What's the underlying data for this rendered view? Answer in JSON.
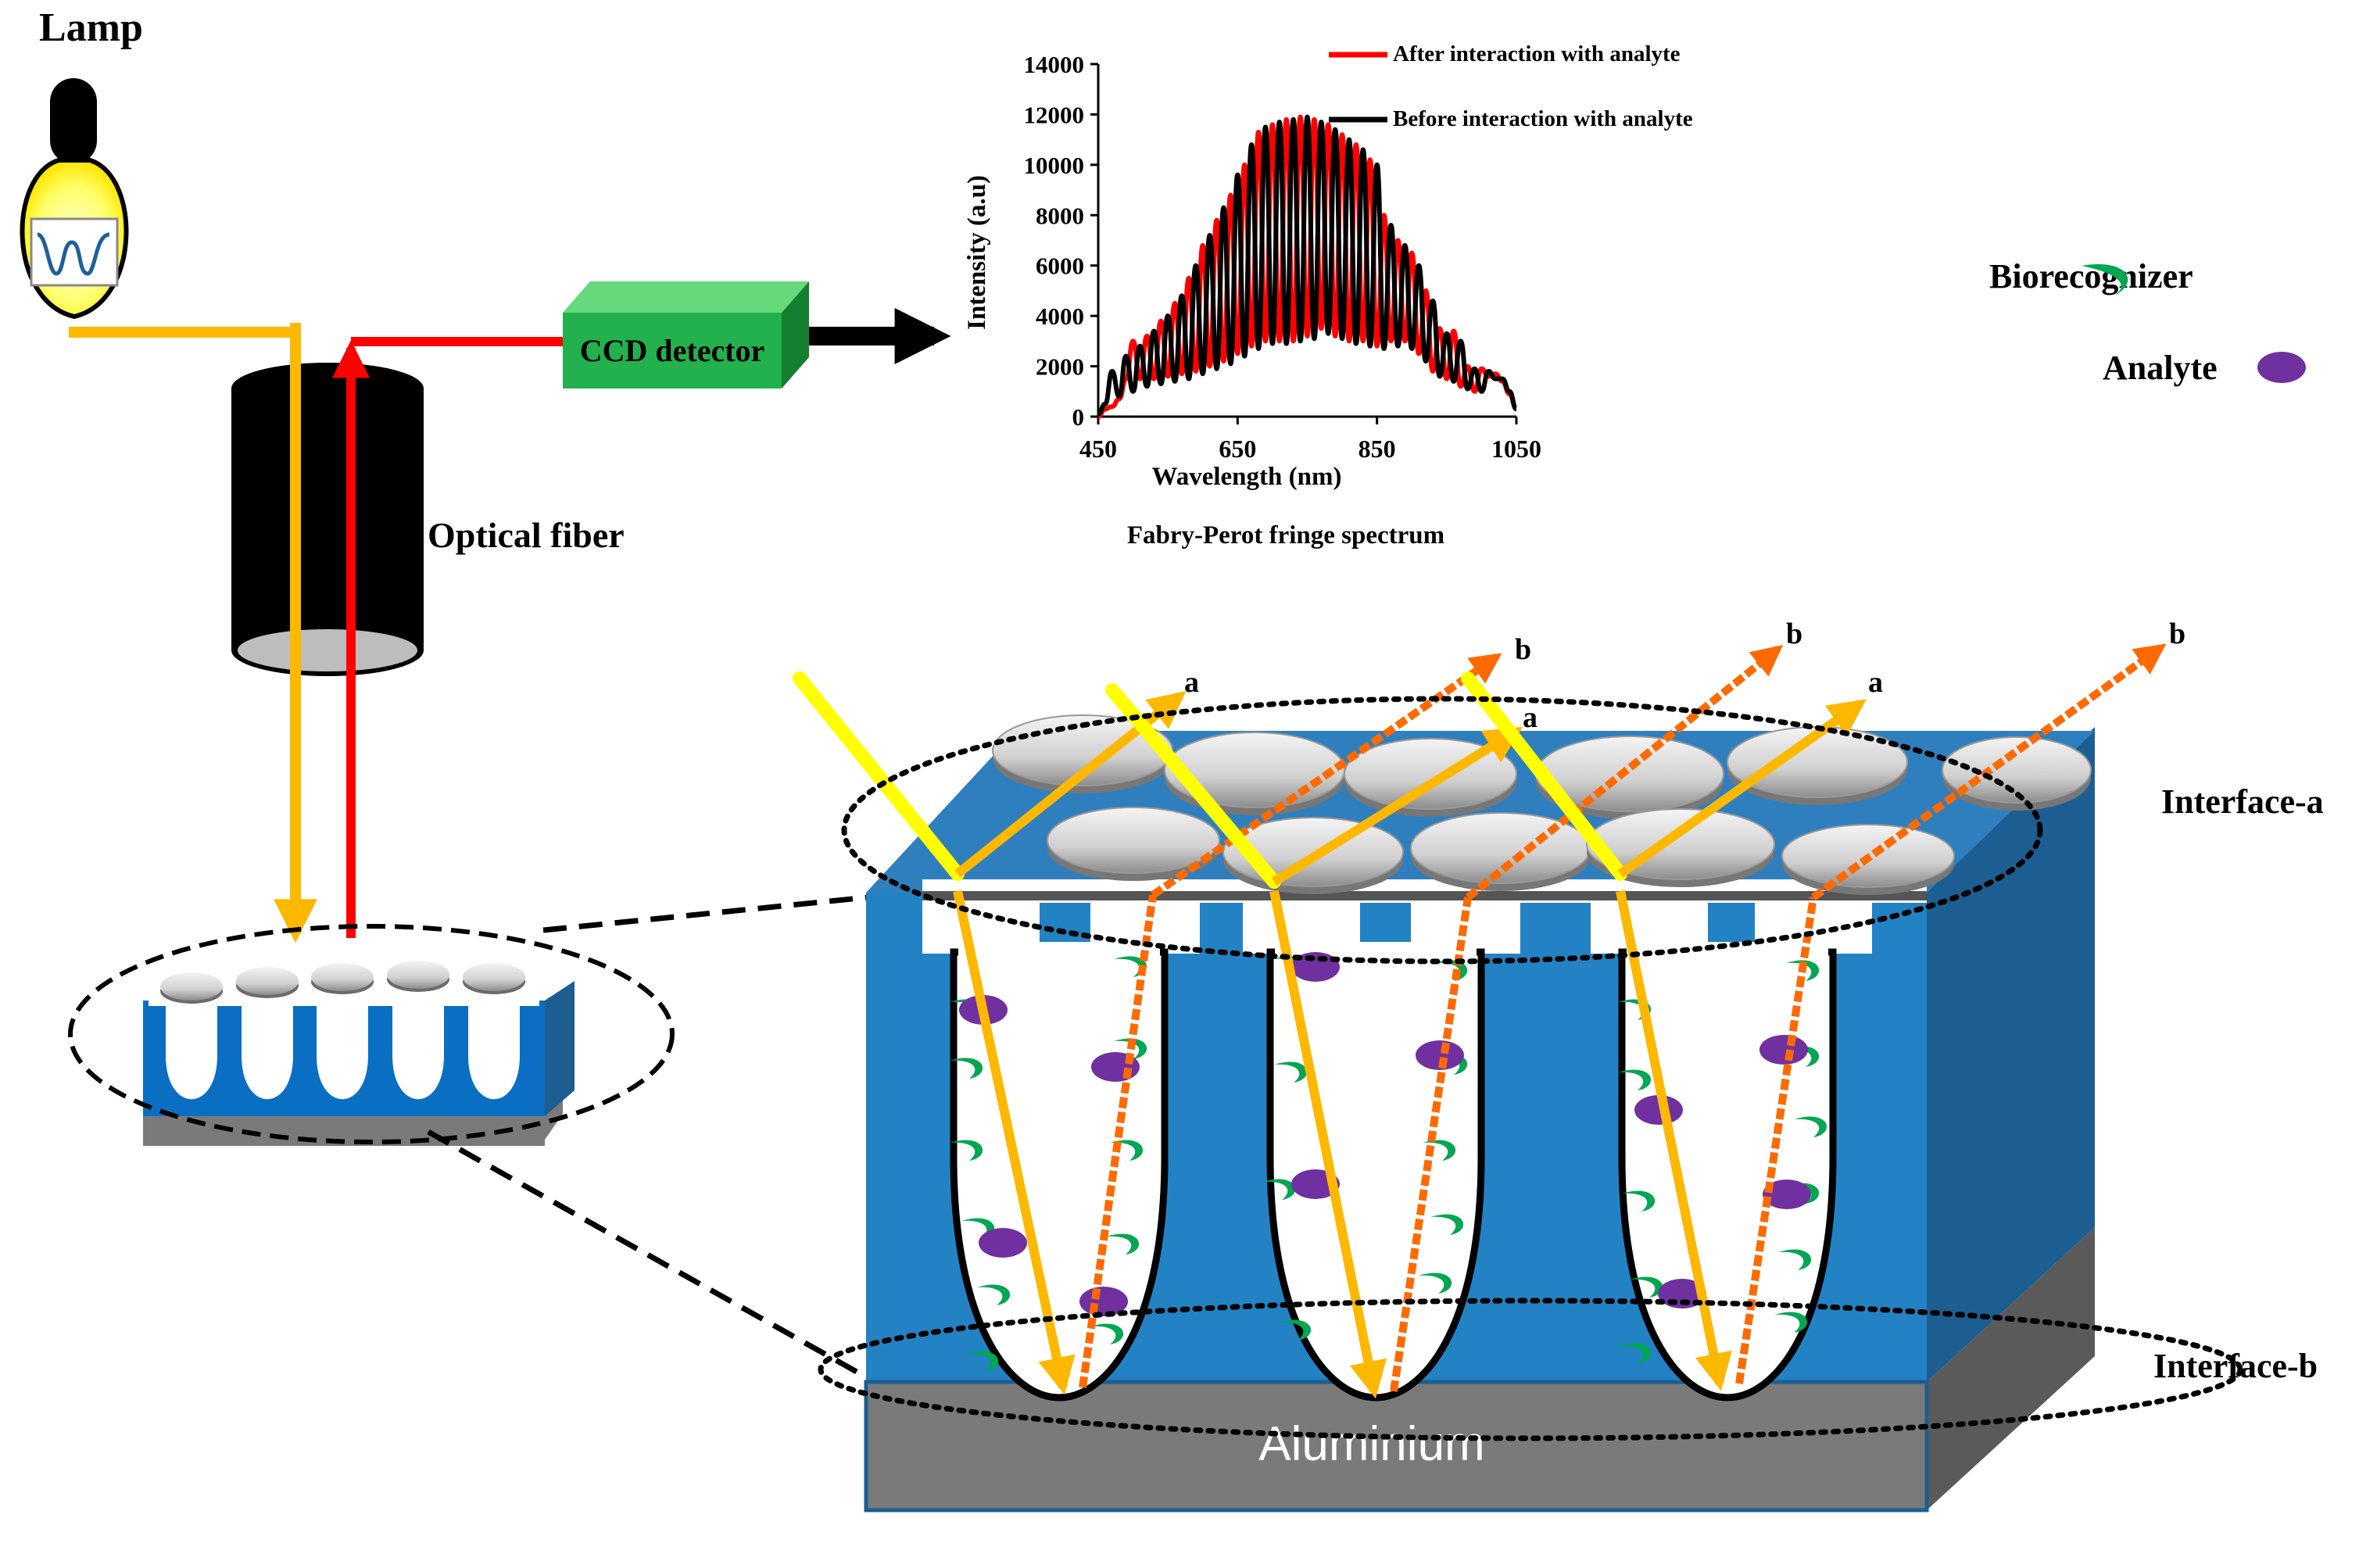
{
  "labels": {
    "lamp": "Lamp",
    "ccd_detector": "CCD detector",
    "optical_fiber": "Optical fiber",
    "biorecognizer": "Biorecognizer",
    "analyte": "Analyte",
    "interface_a": "Interface-a",
    "interface_b": "Interface-b",
    "aluminium": "Aluminium",
    "ray_a": "a",
    "ray_b": "b"
  },
  "colors": {
    "incident_light": "#ffb800",
    "incident_top": "#ffff00",
    "reflected_light": "#ff6a00",
    "return_light": "#ff0000",
    "alumina_blue": "#2382c4",
    "alumina_side": "#1c5e92",
    "aluminium_gray": "#7a7a7a",
    "ccd_green": "#22b14c",
    "biorecognizer_green": "#00a651",
    "analyte_purple": "#7030a0"
  },
  "chart_data": {
    "type": "line",
    "title": "Fabry-Perot fringe spectrum",
    "xlabel": "Wavelength (nm)",
    "ylabel": "Intensity (a.u)",
    "xlim": [
      450,
      1050
    ],
    "ylim": [
      0,
      14000
    ],
    "xticks": [
      450,
      650,
      850,
      1050
    ],
    "yticks": [
      0,
      2000,
      4000,
      6000,
      8000,
      10000,
      12000,
      14000
    ],
    "legend_position": "top-right",
    "series": [
      {
        "name": "After interaction with analyte",
        "color": "#ff0000",
        "x": [
          450,
          460,
          470,
          480,
          490,
          500,
          510,
          520,
          530,
          540,
          550,
          560,
          570,
          580,
          590,
          600,
          610,
          620,
          630,
          640,
          650,
          660,
          670,
          680,
          690,
          700,
          710,
          720,
          730,
          740,
          750,
          760,
          770,
          780,
          790,
          800,
          810,
          820,
          830,
          840,
          850,
          860,
          870,
          880,
          890,
          900,
          910,
          920,
          930,
          940,
          950,
          960,
          970,
          980,
          990,
          1000,
          1010,
          1020,
          1030,
          1040,
          1050
        ],
        "y": [
          0,
          300,
          400,
          700,
          1500,
          3000,
          1500,
          3200,
          1500,
          3800,
          1600,
          4500,
          1700,
          5500,
          1800,
          6800,
          2000,
          7800,
          2200,
          8800,
          2500,
          10000,
          2800,
          11300,
          3000,
          11600,
          3000,
          11800,
          3000,
          11900,
          3200,
          11800,
          3500,
          11600,
          3200,
          11200,
          3000,
          10800,
          3000,
          10200,
          2800,
          8000,
          3000,
          7000,
          3000,
          6500,
          2500,
          5000,
          1800,
          3500,
          1500,
          3400,
          1200,
          2000,
          1000,
          1900,
          1600,
          1700,
          1400,
          900,
          300
        ]
      },
      {
        "name": "Before interaction with analyte",
        "color": "#000000",
        "x": [
          450,
          460,
          470,
          480,
          490,
          500,
          510,
          520,
          530,
          540,
          550,
          560,
          570,
          580,
          590,
          600,
          610,
          620,
          630,
          640,
          650,
          660,
          670,
          680,
          690,
          700,
          710,
          720,
          730,
          740,
          750,
          760,
          770,
          780,
          790,
          800,
          810,
          820,
          830,
          840,
          850,
          860,
          870,
          880,
          890,
          900,
          910,
          920,
          930,
          940,
          950,
          960,
          970,
          980,
          990,
          1000,
          1010,
          1020,
          1030,
          1040,
          1050
        ],
        "y": [
          100,
          500,
          1800,
          800,
          2400,
          1000,
          2800,
          1200,
          3400,
          1300,
          4000,
          1400,
          4800,
          1500,
          6000,
          1700,
          7200,
          1900,
          8300,
          2100,
          9600,
          2400,
          10800,
          2700,
          11500,
          2900,
          11700,
          2900,
          11800,
          3000,
          11900,
          3100,
          11700,
          3300,
          11400,
          3100,
          11000,
          2900,
          10600,
          2800,
          10000,
          2700,
          7600,
          2800,
          6800,
          2700,
          6000,
          2200,
          4600,
          1600,
          3300,
          1400,
          3000,
          1100,
          1900,
          1000,
          1800,
          1500,
          1500,
          1000,
          300
        ]
      }
    ]
  }
}
